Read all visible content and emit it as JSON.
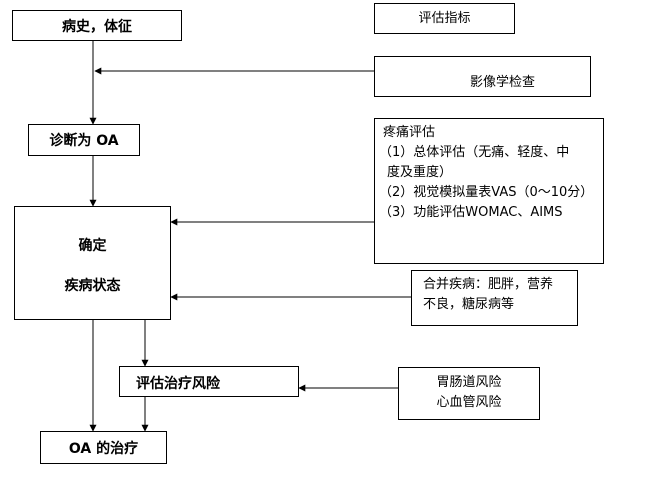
{
  "nodes": {
    "history": "病史，体征",
    "indicators": "评估指标",
    "imaging": "影像学检查",
    "diagnosis": "诊断为 OA",
    "pain": {
      "title": "疼痛评估",
      "line1": "（1）总体评估（无痛、轻度、中",
      "line2": "度及重度）",
      "line3": "（2）视觉模拟量表VAS（0～10分）",
      "line4": "（3）功能评估WOMAC、AIMS"
    },
    "confirm": {
      "line1": "确定",
      "line2": "疾病状态"
    },
    "comorbid": {
      "line1": "合并疾病：肥胖，营养",
      "line2": "不良，糖尿病等"
    },
    "risk": "评估治疗风险",
    "gi": {
      "line1": "胃肠道风险",
      "line2": "心血管风险"
    },
    "treatment": "OA 的治疗"
  }
}
